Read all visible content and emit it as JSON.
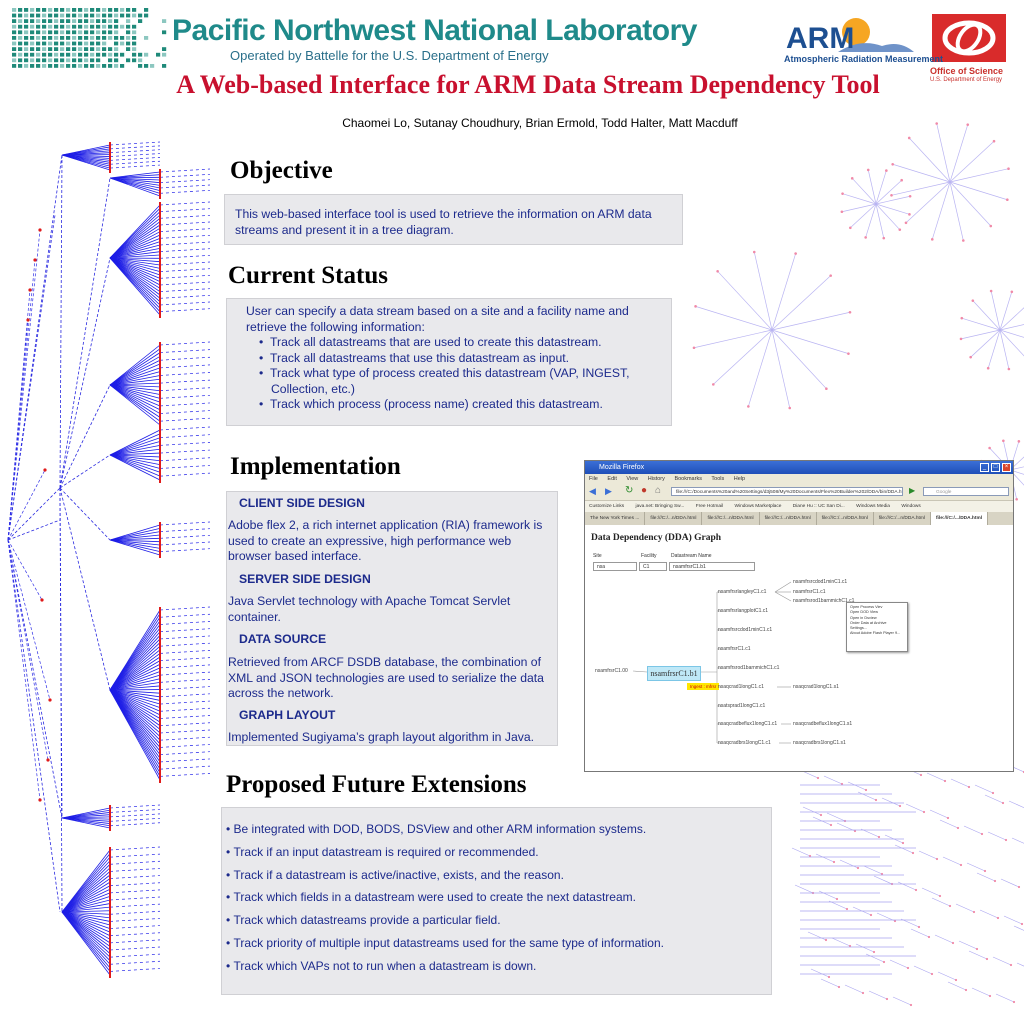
{
  "header": {
    "org_name": "Pacific Northwest National Laboratory",
    "org_subtitle": "Operated by Battelle for the U.S. Department of Energy",
    "arm_logo_text": "ARM",
    "arm_logo_subtitle": "Atmospheric Radiation Measurement",
    "doe_office": "Office of Science",
    "doe_dept": "U.S. Department of Energy"
  },
  "title": "A Web-based Interface for ARM Data Stream Dependency Tool",
  "authors": "Chaomei Lo, Sutanay Choudhury, Brian Ermold, Todd Halter, Matt Macduff",
  "objective": {
    "heading": "Objective",
    "text": "This web-based interface tool is used to retrieve the information on ARM data streams and present it in a tree diagram."
  },
  "current_status": {
    "heading": "Current Status",
    "intro": "User can specify a data stream based on a site and a facility name and retrieve the following information:",
    "bullets": [
      "Track all datastreams that are used to create this datastream.",
      "Track all datastreams that use this datastream as input.",
      "Track what type of process created this datastream (VAP, INGEST, Collection, etc.)",
      "Track which process (process name) created this datastream."
    ]
  },
  "implementation": {
    "heading": "Implementation",
    "sections": [
      {
        "title": "CLIENT SIDE DESIGN",
        "text": "Adobe flex 2, a rich internet application (RIA) framework is used to create an expressive, high performance web browser based interface."
      },
      {
        "title": "SERVER SIDE DESIGN",
        "text": "Java Servlet technology with Apache Tomcat Servlet container."
      },
      {
        "title": "DATA SOURCE",
        "text": "Retrieved from ARCF DSDB database, the combination of XML and JSON technologies are used to serialize the data across the network."
      },
      {
        "title": "GRAPH LAYOUT",
        "text": "Implemented Sugiyama’s graph layout algorithm in Java."
      }
    ]
  },
  "future": {
    "heading": "Proposed Future Extensions",
    "items": [
      "Be integrated with DOD, BODS, DSView and other ARM information systems.",
      "Track if an input datastream is required or recommended.",
      "Track if a datastream is active/inactive, exists, and the reason.",
      "Track which fields in a datastream were used to create the next datastream.",
      "Track which datastreams provide a particular field.",
      "Track priority of multiple input datastreams used for the same type of information.",
      "Track which VAPs not to run when a datastream is down."
    ]
  },
  "screenshot": {
    "window_title": "Mozilla Firefox",
    "menus": [
      "File",
      "Edit",
      "View",
      "History",
      "Bookmarks",
      "Tools",
      "Help"
    ],
    "url": "file:///C:/Documents%20and%20Settings/d3j508/My%20Documents/Flex%20Builder%202/DDA/bin/DDA.ht",
    "search_placeholder": "Google",
    "bookmarks": [
      "Customize Links",
      "java.net: Bringing Sw...",
      "Free Hotmail",
      "Windows Marketplace",
      "Diane Hu :: UC San Di...",
      "Windows Media",
      "Windows"
    ],
    "tabs": [
      "The New York Times ...",
      "file:///C:/...n/DDA.html",
      "file:///C:/...n/DDA.html",
      "file:///C:/...n/DDA.html",
      "file:///C:/...n/DDA.html",
      "file:///C:/...n/DDA.html",
      "file:///C:/.../DDA.html"
    ],
    "app_title": "Data Dependency (DDA) Graph",
    "site_label": "Site",
    "site_value": "nsa",
    "facility_label": "Facility",
    "facility_value": "C1",
    "datastream_label": "Datastream Name",
    "datastream_value": "nsamfrsrC1.b1",
    "input_node": "nsamfrsrC1.00",
    "root_node": "nsamfrsrC1.b1",
    "root_tag": "Ingest : mfrsr",
    "nodes_mid": [
      "nsamfrsrlangleyC1.c1",
      "nsamfrsrlangplotC1.c1",
      "nsamfrsrcdod1minC1.c1",
      "nsamfrsrC1.c1",
      "nsamfrsrod1barnmichC1.c1",
      "nsaqcrad1longC1.c1",
      "nsatsprad1longC1.c1",
      "nsaqcradbeflux1longC1.c1",
      "nsaqcradbrs1longC1.c1"
    ],
    "nodes_right": [
      "nsamfrsrcdod1minC1.c1",
      "nsamfrsrC1.c1",
      "nsamfrsrod1barnmichC1.c1",
      "nsaqcrad1longC1.s1",
      "nsaqcradbeflux1longC1.s1",
      "nsaqcradbrs1longC1.s1"
    ],
    "context_menu": [
      "Open Process Viev",
      "Open DOD View",
      "Open in Dsview",
      "Order Data at Archive",
      "Settings...",
      "About Adobe Flash Player 9..."
    ]
  }
}
